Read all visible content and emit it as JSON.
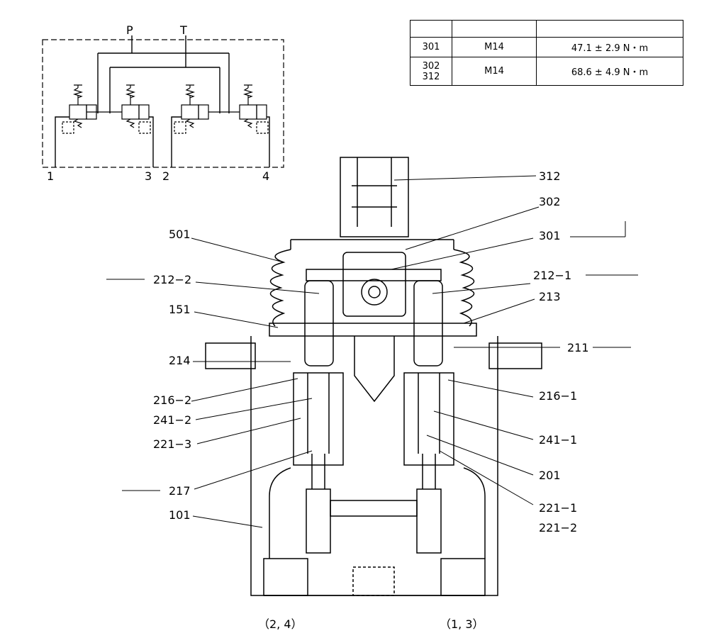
{
  "schematic": {
    "ports_top": [
      "P",
      "T"
    ],
    "ports_bottom": [
      "1",
      "3",
      "2",
      "4"
    ]
  },
  "torque_table": {
    "header": [
      "",
      "",
      ""
    ],
    "rows": [
      {
        "part": "301",
        "thread": "M14",
        "torque": "47.1 ± 2.9 N・m"
      },
      {
        "part": "302\n312",
        "thread": "M14",
        "torque": "68.6 ± 4.9 N・m"
      }
    ]
  },
  "callouts": {
    "c312": "312",
    "c302": "302",
    "c301": "301",
    "c501": "501",
    "c212_2": "212−2",
    "c212_1": "212−1",
    "c151": "151",
    "c213": "213",
    "c214": "214",
    "c211": "211",
    "c216_2": "216−2",
    "c216_1": "216−1",
    "c241_2": "241−2",
    "c241_1": "241−1",
    "c221_3": "221−3",
    "c201": "201",
    "c217": "217",
    "c221_1": "221−1",
    "c221_2": "221−2",
    "c101": "101"
  },
  "bottom_labels": {
    "left": "（2, 4）",
    "right": "（1, 3）"
  }
}
